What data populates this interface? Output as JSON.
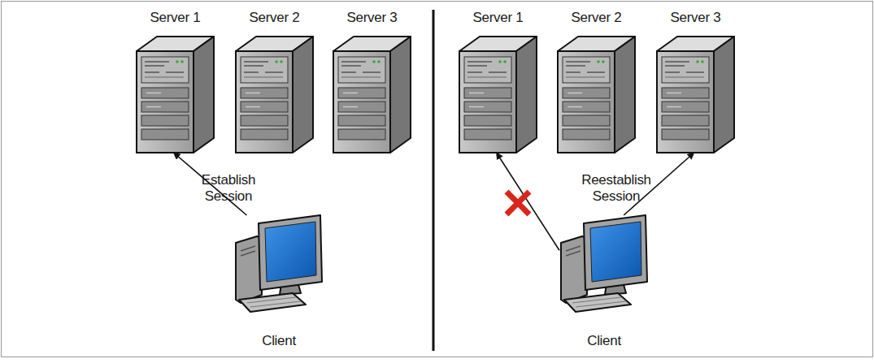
{
  "diagram": {
    "nodes": [
      {
        "text": [
          "Server 1"
        ]
      },
      {
        "text": [
          "Server 2"
        ]
      },
      {
        "text": [
          "Server 3"
        ]
      },
      {
        "text": [
          "Client"
        ]
      },
      {
        "text": [
          "Server 1"
        ]
      },
      {
        "text": [
          "Server 2"
        ]
      },
      {
        "text": [
          "Server 3"
        ]
      },
      {
        "text": [
          "Client"
        ]
      }
    ],
    "edges": [
      {
        "from": 3,
        "to": 0,
        "label": "Establish Session",
        "arrow": "to"
      },
      {
        "from": 7,
        "to": 4,
        "arrow": "to"
      },
      {
        "from": 7,
        "to": 6,
        "label": "Reestablish Session",
        "arrow": "to"
      }
    ]
  }
}
